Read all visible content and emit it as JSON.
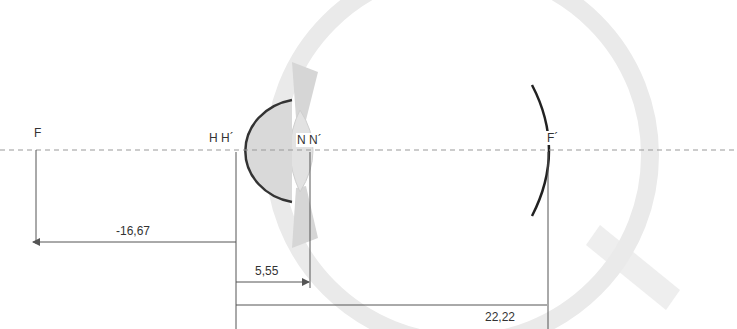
{
  "diagram": {
    "labels": [
      "F",
      "H H´",
      "N N´",
      "F´",
      "-16,67",
      "5,55",
      "22,22"
    ]
  }
}
